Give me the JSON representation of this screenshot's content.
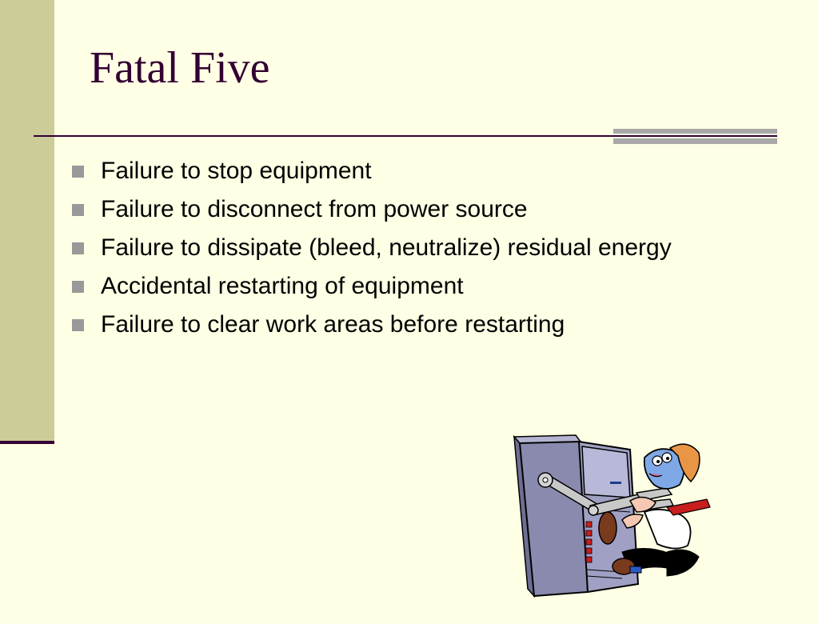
{
  "slide": {
    "title": "Fatal Five",
    "bullets": [
      "Failure to stop equipment",
      "Failure to disconnect from power source",
      "Failure to dissipate (bleed, neutralize) residual energy",
      "Accidental restarting of equipment",
      "Failure to clear work areas before restarting"
    ]
  },
  "colors": {
    "background": "#FFFFE5",
    "left_band": "#CCCC99",
    "title": "#330033",
    "bullet_marker": "#999999",
    "machine": "#8A8AAE"
  },
  "illustration": {
    "icon": "machine-accident-clipart"
  }
}
